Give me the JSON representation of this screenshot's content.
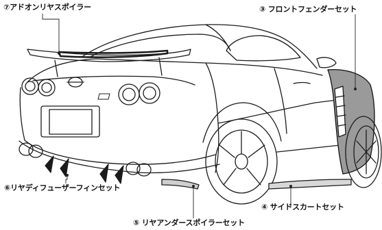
{
  "labels": {
    "add_on_rear_spoiler": "⑦アドオンリヤスポイラー",
    "front_fender_set": "③ フロントフェンダーセット",
    "side_skirt_set": "④ サイドスカートセット",
    "rear_diffuser_fin_set": "⑥リヤディフューザーフィンセット",
    "rear_under_spoiler_set": "⑤ リヤアンダースポイラーセット"
  },
  "colors": {
    "outline": "#1a1a1a",
    "highlight_part": "#9a9a9a",
    "leader_line": "#222222",
    "label_text": "#111111"
  }
}
